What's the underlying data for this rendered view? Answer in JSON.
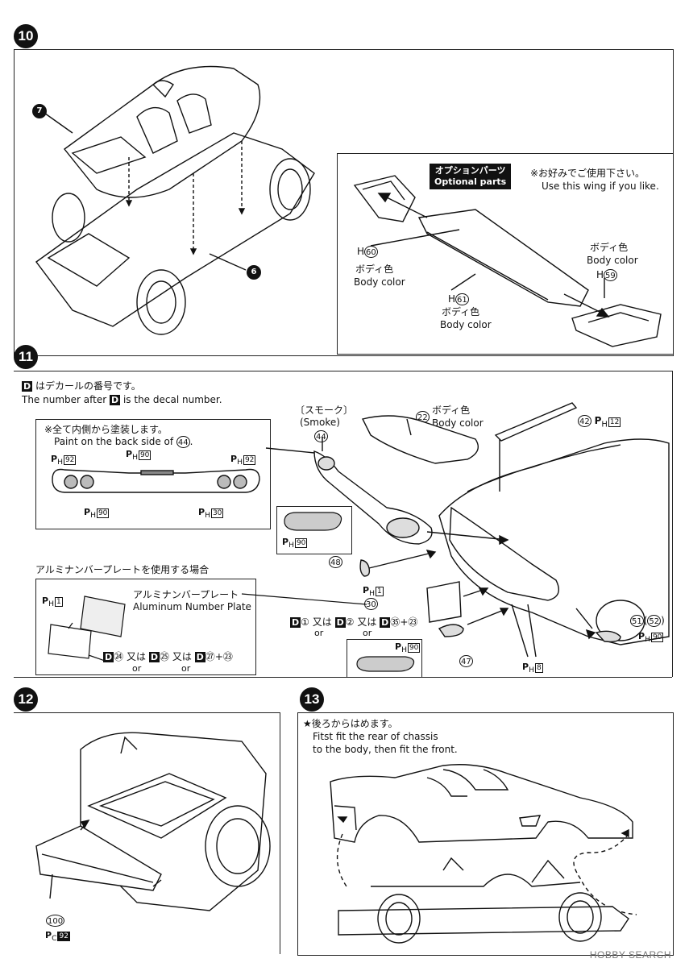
{
  "steps": {
    "s10": "10",
    "s11": "11",
    "s12": "12",
    "s13": "13"
  },
  "step10": {
    "part7": "7",
    "part6": "6",
    "option_badge_jp": "オプションパーツ",
    "option_badge_en": "Optional parts",
    "note_jp": "※お好みでご使用下さい。",
    "note_en": "Use this wing if you like.",
    "h60_prefix": "H",
    "h60": "60",
    "h60_color_jp": "ボディ色",
    "h60_color_en": "Body color",
    "h61_prefix": "H",
    "h61": "61",
    "h61_color_jp": "ボディ色",
    "h61_color_en": "Body color",
    "h59_color_jp": "ボディ色",
    "h59_color_en": "Body color",
    "h59_prefix": "H",
    "h59": "59"
  },
  "step11": {
    "d_badge": "D",
    "decal_note_jp": "はデカールの番号です。",
    "decal_note_en_pre": "The number after",
    "decal_note_en_post": "is the decal number.",
    "inner_note_jp": "※全て内側から塗装します。",
    "inner_note_en": "Paint on the back side of",
    "inner_note_part": "44",
    "ph": "P",
    "sub_h": "H",
    "c92": "92",
    "c90": "90",
    "c30": "30",
    "smoke_jp": "〔スモーク〕",
    "smoke_en": "(Smoke)",
    "p44": "44",
    "p22": "22",
    "p22_color_jp": "ボディ色",
    "p22_color_en": "Body color",
    "p42": "42",
    "c12": "12",
    "p48": "48",
    "c1": "1",
    "p30": "30",
    "alum_case_jp": "アルミナンバープレートを使用する場合",
    "alum_jp": "アルミナンバープレート",
    "alum_en": "Aluminum Number Plate",
    "d1": "①",
    "d2": "②",
    "d35": "㉟",
    "d23": "㉓",
    "d24": "㉔",
    "d25": "㉕",
    "d27": "㉗",
    "mata": "又は",
    "or": "or",
    "plus": "+",
    "p47": "47",
    "c8": "8",
    "p51": "51",
    "p52": "52"
  },
  "step12": {
    "p100": "100",
    "pc": "P",
    "sub_c": "C",
    "c92": "92"
  },
  "step13": {
    "note_jp": "★後ろからはめます。",
    "note_en1": "Fitst fit the rear of chassis",
    "note_en2": "to the body, then fit the front."
  },
  "watermark": "HOBBY SEARCH"
}
